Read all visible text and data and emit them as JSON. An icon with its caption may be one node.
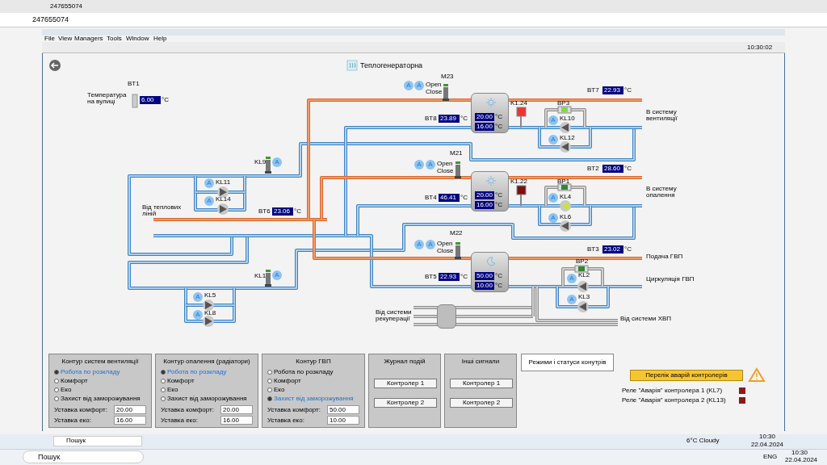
{
  "diagram": {
    "title": "Теплогенераторна",
    "nodes": [
      {
        "text": [
          "6.00"
        ],
        "beside": [
          "°C"
        ]
      },
      {
        "text": [
          "A"
        ]
      },
      {
        "text": [
          "A"
        ]
      },
      {
        "text": [
          "22.93"
        ],
        "beside": [
          "°C"
        ]
      },
      {
        "text": [],
        "shape": "box"
      },
      {
        "text": [
          "20.00"
        ],
        "in": 4,
        "beside": [
          "°C"
        ]
      },
      {
        "text": [
          "16.00"
        ],
        "in": 4,
        "beside": [
          "°C"
        ]
      },
      {
        "text": [
          "23.89"
        ],
        "beside": [
          "°C"
        ]
      },
      {
        "text": [
          "A"
        ]
      },
      {
        "text": [
          "A"
        ]
      },
      {
        "text": [
          "A"
        ]
      },
      {
        "text": [
          "A"
        ]
      },
      {
        "text": [
          "A"
        ]
      },
      {
        "text": [
          "28.60"
        ],
        "beside": [
          "°C"
        ]
      },
      {
        "text": [
          "A"
        ]
      },
      {
        "text": [],
        "shape": "box"
      },
      {
        "text": [
          "20.00"
        ],
        "in": 15,
        "beside": [
          "°C"
        ]
      },
      {
        "text": [
          "16.00"
        ],
        "in": 15,
        "beside": [
          "°C"
        ]
      },
      {
        "text": [
          "46.41"
        ],
        "beside": [
          "°C"
        ]
      },
      {
        "text": [
          "A"
        ]
      },
      {
        "text": [
          "A"
        ]
      },
      {
        "text": [
          "23.06"
        ],
        "beside": [
          "°C"
        ]
      },
      {
        "text": [
          "A"
        ]
      },
      {
        "text": [
          "A"
        ]
      },
      {
        "text": [
          "A"
        ]
      },
      {
        "text": [
          "23.02"
        ],
        "beside": [
          "°C"
        ]
      },
      {
        "text": [],
        "shape": "box"
      },
      {
        "text": [
          "50.00"
        ],
        "in": 26,
        "beside": [
          "°C"
        ]
      },
      {
        "text": [
          "10.00"
        ],
        "in": 26,
        "beside": [
          "°C"
        ]
      },
      {
        "text": [
          "22.93"
        ],
        "beside": [
          "°C"
        ]
      },
      {
        "text": [
          "A"
        ]
      },
      {
        "text": [
          "A"
        ]
      },
      {
        "text": [
          "A"
        ]
      },
      {
        "text": [
          "A"
        ]
      },
      {
        "text": [
          "A"
        ]
      },
      {
        "text": [],
        "shape": "box"
      },
      {
        "text": [
          "Контур систем вентиляції",
          "Робота по розкладу",
          "Комфорт",
          "Еко",
          "Захист від заморожування",
          "Уставка комфорт:",
          "Уставка еко:"
        ]
      },
      {
        "text": [
          "20.00"
        ],
        "in": 36
      },
      {
        "text": [
          "16.00"
        ],
        "in": 36
      },
      {
        "text": [
          "Контур опалення (радіатори)",
          "Робота по розкладу",
          "Комфорт",
          "Еко",
          "Захист від заморожування",
          "Уставка комфорт:",
          "Уставка еко:"
        ]
      },
      {
        "text": [
          "20.00"
        ],
        "in": 39
      },
      {
        "text": [
          "16.00"
        ],
        "in": 39
      },
      {
        "text": [
          "Контур ГВП",
          "Робота по розкладу",
          "Комфорт",
          "Еко",
          "Захист від заморожування",
          "Уставка комфорт:",
          "Уставка еко:"
        ]
      },
      {
        "text": [
          "50.00"
        ],
        "in": 42
      },
      {
        "text": [
          "10.00"
        ],
        "in": 42
      },
      {
        "text": [
          "Журнал подій"
        ]
      },
      {
        "text": [
          "Контролер 1"
        ],
        "in": 45
      },
      {
        "text": [
          "Контролер 2"
        ],
        "in": 45
      },
      {
        "text": [
          "Інші сигнали"
        ]
      },
      {
        "text": [
          "Контролер 1"
        ],
        "in": 48
      },
      {
        "text": [
          "Контролер 2"
        ],
        "in": 48
      },
      {
        "text": [
          "Режими і статуси конутрів"
        ]
      },
      {
        "text": [
          "Перелік аварій контролерів"
        ]
      }
    ],
    "labels": [
      "247655074",
      "247655074",
      "File",
      "View",
      "Managers",
      "Tools",
      "Window",
      "Help",
      "10:30:02",
      "BT1",
      "Температура на вулиці",
      "M23",
      "Open",
      "Close",
      "BT7",
      "K1.24",
      "BP3",
      "BT8",
      "KL10",
      "В систему вентиляції",
      "KL12",
      "M21",
      "KL9",
      "Open",
      "Close",
      "BT2",
      "KL11",
      "K1.22",
      "BP1",
      "В систему опалення",
      "KL14",
      "BT4",
      "KL4",
      "Від теплових ліній",
      "BT6",
      "KL6",
      "M22",
      "Open",
      "Close",
      "BT3",
      "BP2",
      "Подача ГВП",
      "KL1",
      "BT5",
      "KL2",
      "Циркуляція ГВП",
      "KL5",
      "KL3",
      "KL8",
      "Від системи рекуперації",
      "Від системи ХВП",
      "Реле \"Аварія\" контролера 1 (KL7)",
      "Реле \"Аварія\" контролера 2 (KL13)",
      "Пошук",
      "6°C Cloudy",
      "10:30",
      "22.04.2024",
      "Пошук",
      "ENG",
      "10:30",
      "22.04.2024"
    ]
  }
}
